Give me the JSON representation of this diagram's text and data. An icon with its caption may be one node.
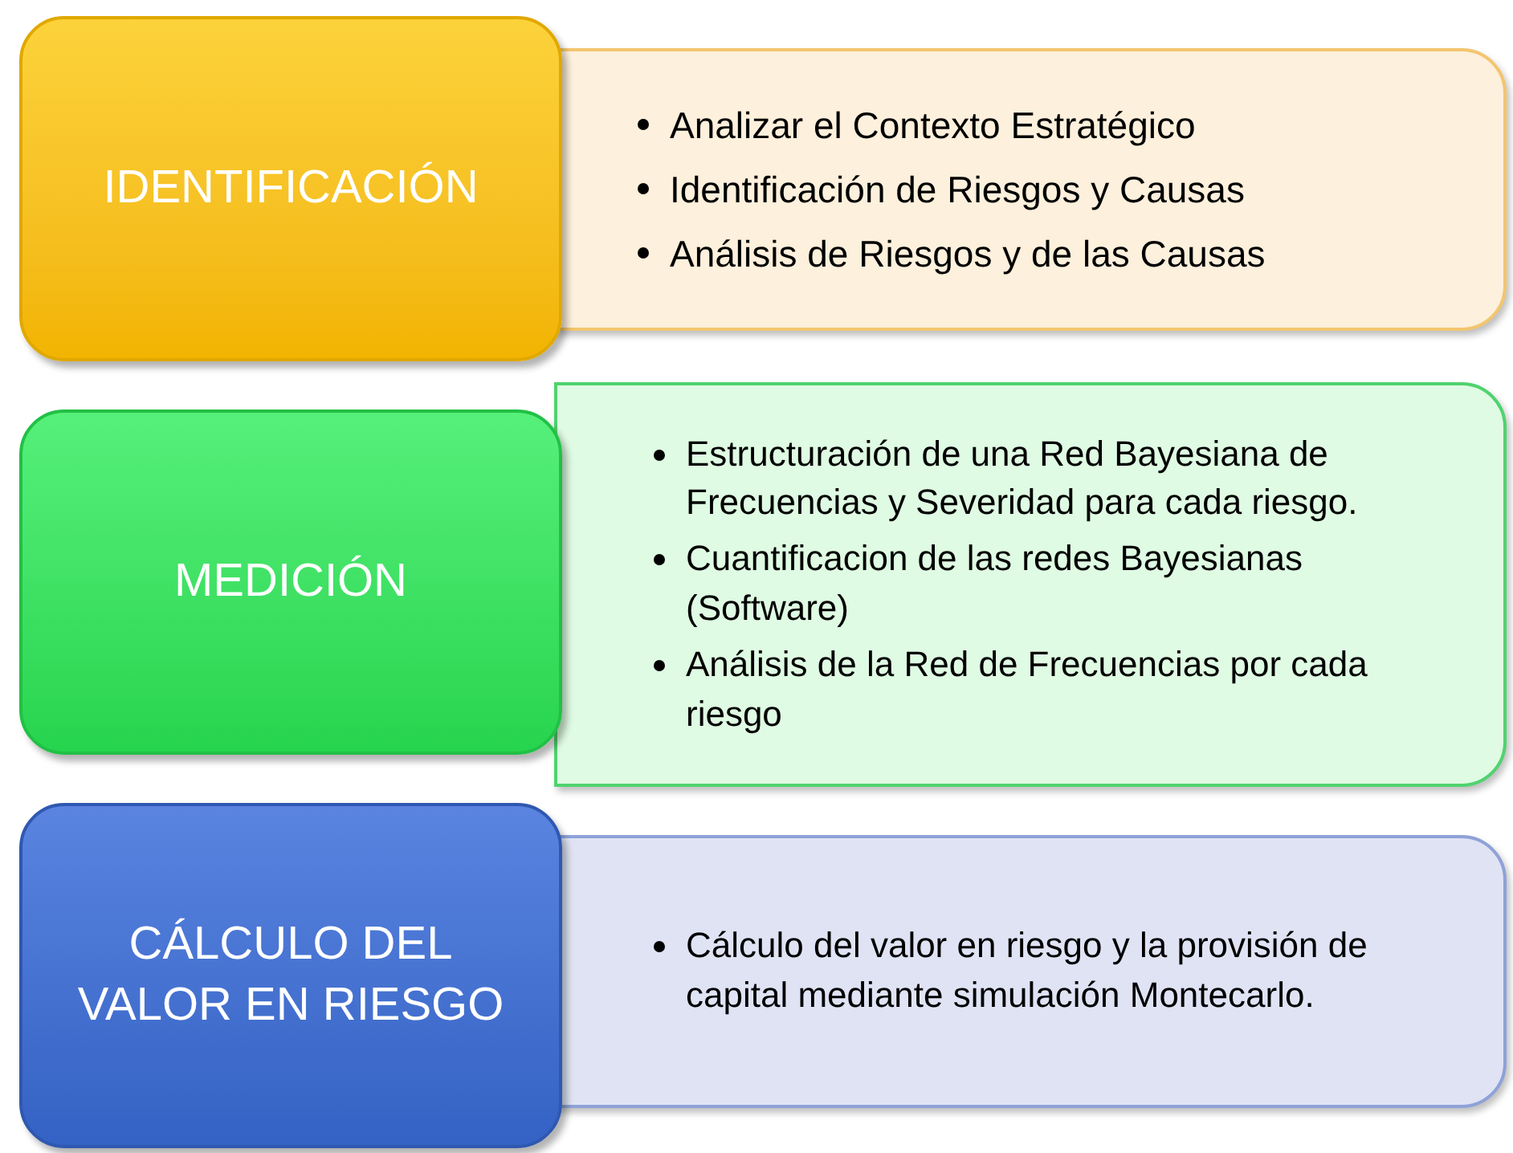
{
  "diagram": {
    "nodes": [
      {
        "text": [
          "IDENTIFICACIÓN"
        ]
      },
      {
        "text": [
          "Analizar el Contexto Estratégico",
          "Identificación de Riesgos y Causas",
          "Análisis de Riesgos y de las Causas"
        ]
      },
      {
        "text": [
          "MEDICIÓN"
        ]
      },
      {
        "text": [
          "Estructuración de una Red Bayesiana de Frecuencias y Severidad para cada riesgo.",
          "Cuantificacion de las redes Bayesianas (Software)",
          "Análisis de la Red de Frecuencias por cada riesgo"
        ]
      },
      {
        "text": [
          "CÁLCULO DEL VALOR EN RIESGO"
        ]
      },
      {
        "text": [
          "Cálculo del valor en riesgo y la provisión de capital mediante simulación Montecarlo."
        ]
      }
    ]
  }
}
